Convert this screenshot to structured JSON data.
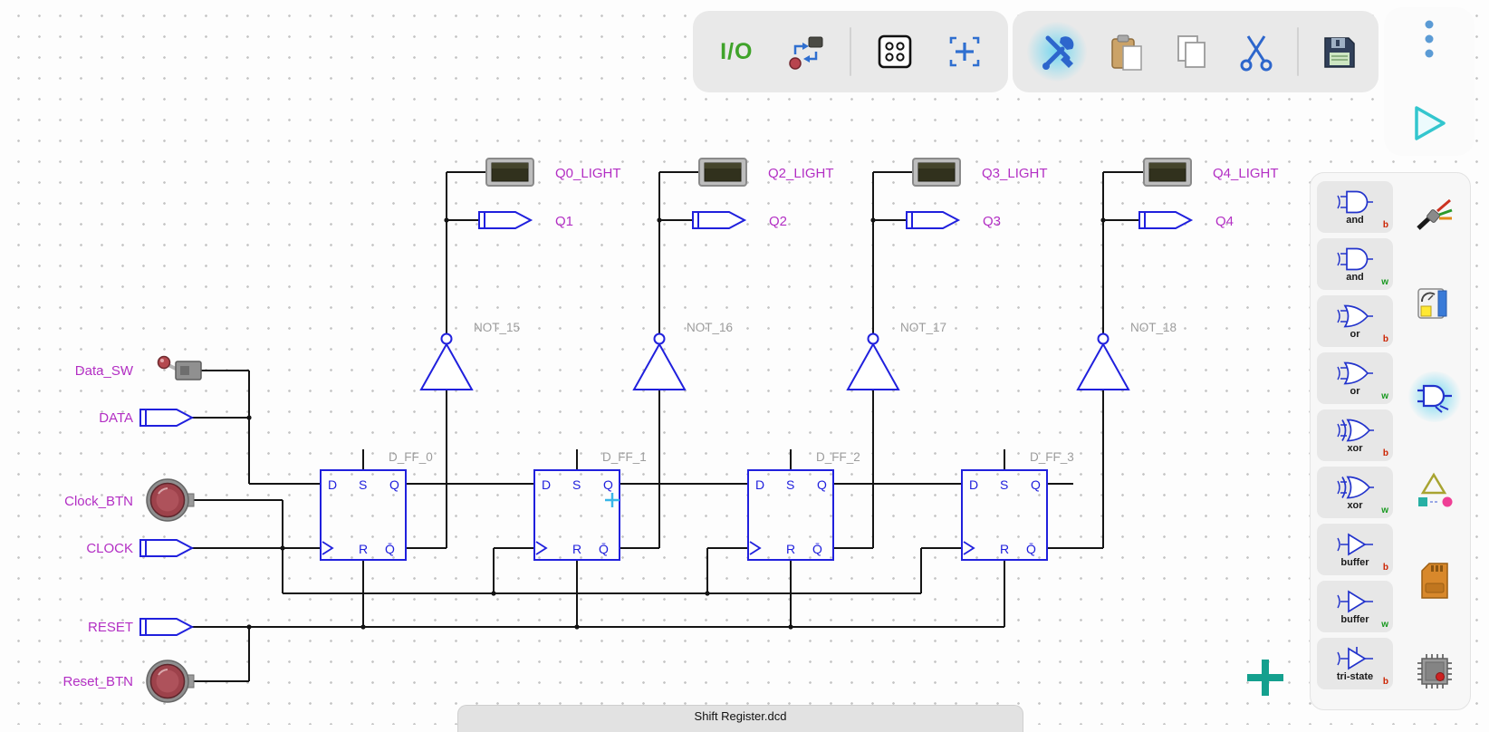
{
  "window": {
    "tab_title": "Shift Register.dcd"
  },
  "toolbar": {
    "io_label": "I/O",
    "left_icons": [
      "io-tools",
      "sensor-tools",
      "chip-dip",
      "center-view"
    ],
    "right_icons": [
      "tools-wrench",
      "paste",
      "copy",
      "cut",
      "save"
    ],
    "corner_icons": [
      "overflow-menu-dots",
      "run-play"
    ]
  },
  "side_strip_icons": [
    "wire-splitter",
    "instruments-meter",
    "logic-gates",
    "hierarchy",
    "sd-card",
    "microcontroller"
  ],
  "palette": {
    "items": [
      {
        "label": "and",
        "badge": "b"
      },
      {
        "label": "and",
        "badge": "w"
      },
      {
        "label": "or",
        "badge": "b"
      },
      {
        "label": "or",
        "badge": "w"
      },
      {
        "label": "xor",
        "badge": "b"
      },
      {
        "label": "xor",
        "badge": "w"
      },
      {
        "label": "buffer",
        "badge": "b"
      },
      {
        "label": "buffer",
        "badge": "w"
      },
      {
        "label": "tri-state",
        "badge": "b"
      }
    ]
  },
  "circuit": {
    "flip_flops": [
      {
        "name": "D_FF_0"
      },
      {
        "name": "D_FF_1"
      },
      {
        "name": "D_FF_2"
      },
      {
        "name": "D_FF_3"
      }
    ],
    "pin_labels": {
      "d": "D",
      "s": "S",
      "q": "Q",
      "r": "R",
      "q_bar": "Q̄"
    },
    "not_gates": [
      {
        "name": "NOT_15"
      },
      {
        "name": "NOT_16"
      },
      {
        "name": "NOT_17"
      },
      {
        "name": "NOT_18"
      }
    ],
    "lights": [
      {
        "name": "Q0_LIGHT"
      },
      {
        "name": "Q2_LIGHT"
      },
      {
        "name": "Q3_LIGHT"
      },
      {
        "name": "Q4_LIGHT"
      }
    ],
    "output_pins": [
      {
        "name": "Q1"
      },
      {
        "name": "Q2"
      },
      {
        "name": "Q3"
      },
      {
        "name": "Q4"
      }
    ],
    "inputs": {
      "data_switch": "Data_SW",
      "data_pin": "DATA",
      "clock_button": "Clock_BTN",
      "clock_pin": "CLOCK",
      "reset_pin": "RESET",
      "reset_button": "Reset_BTN"
    }
  },
  "colors": {
    "accent_teal": "#14a08e",
    "component_blue": "#2020dd",
    "net_label_magenta": "#b32fc4",
    "toolbar_icon_blue": "#2d66cc",
    "io_green": "#3fa32a"
  }
}
